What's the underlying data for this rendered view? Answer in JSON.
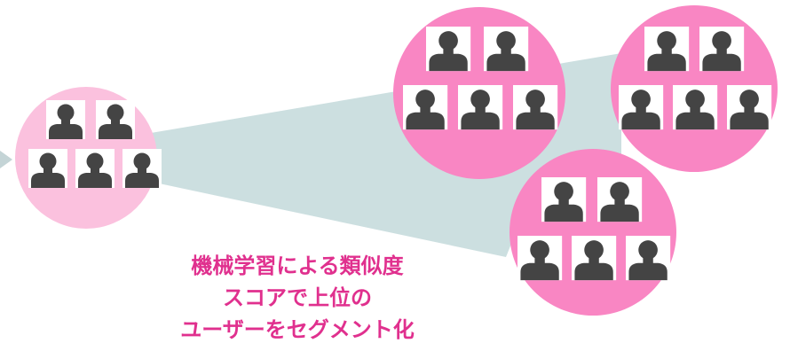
{
  "caption": {
    "line1": "機械学習による類似度",
    "line2": "スコアで上位の",
    "line3": "ユーザーをセグメント化"
  },
  "colors": {
    "source_circle": "#fbc1de",
    "segment_circle": "#f986c3",
    "beam": "#ccdfe0",
    "card_bg": "#ffffff",
    "silhouette": "#444444",
    "caption_text": "#e0308e",
    "arrow": "#c4d4d6"
  },
  "icons": {
    "person": "person-silhouette-icon",
    "arrow": "arrow-left-icon"
  },
  "groups": [
    {
      "id": "source-user-group",
      "role": "seed",
      "members": 5
    },
    {
      "id": "segment-group-1",
      "role": "segment",
      "members": 5
    },
    {
      "id": "segment-group-2",
      "role": "segment",
      "members": 5
    },
    {
      "id": "segment-group-3",
      "role": "segment",
      "members": 5
    }
  ]
}
